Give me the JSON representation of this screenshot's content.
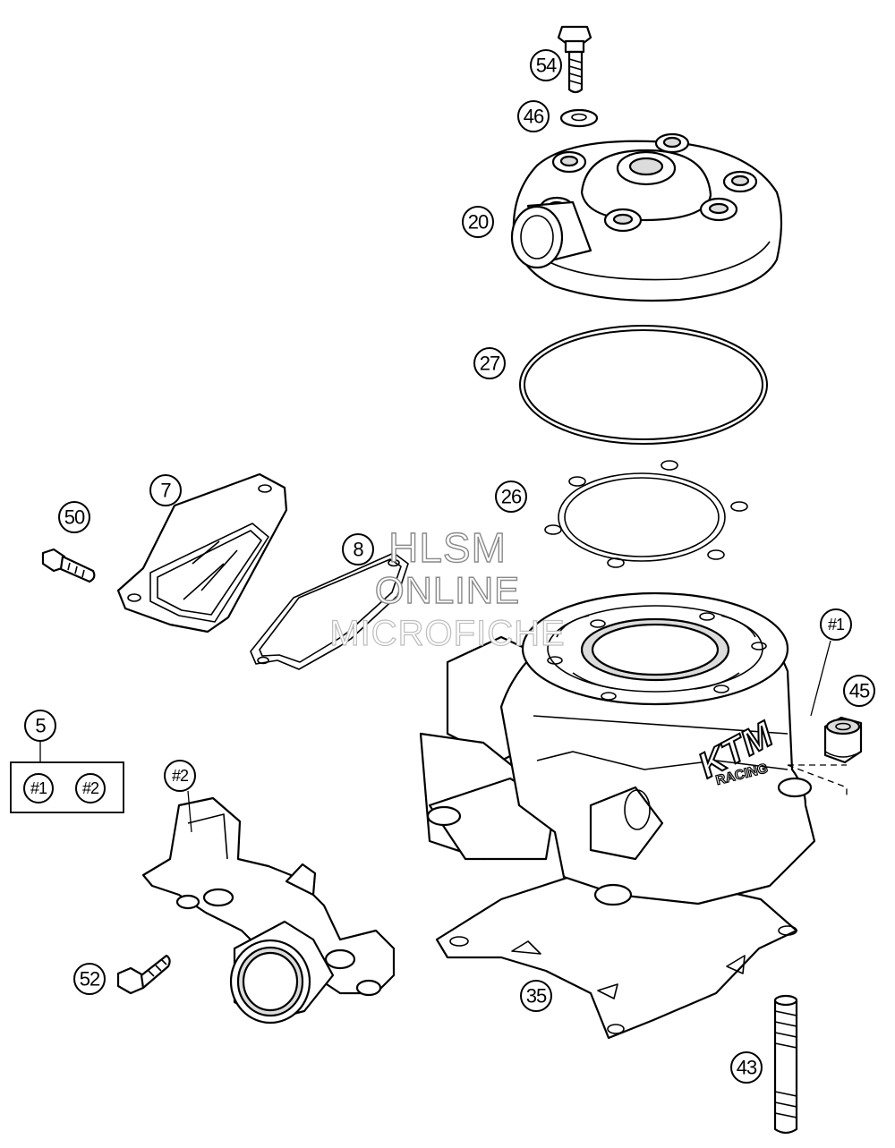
{
  "watermark": {
    "line1": "HLSM",
    "line2": "ONLINE",
    "line3": "MICROFICHE"
  },
  "callouts": {
    "c54": "54",
    "c46": "46",
    "c20": "20",
    "c27": "27",
    "c7": "7",
    "c50": "50",
    "c8": "8",
    "c26": "26",
    "c1": "#1",
    "c45": "45",
    "c5": "5",
    "kit1": "#1",
    "kit2": "#2",
    "c2": "#2",
    "c52": "52",
    "c35": "35",
    "c43": "43"
  },
  "logo": {
    "line1": "KTM",
    "line2": "RACING"
  }
}
